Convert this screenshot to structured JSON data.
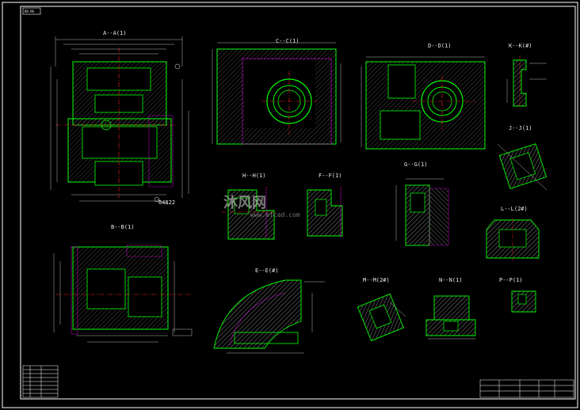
{
  "sheet": {
    "corner_tag": "RB-MA",
    "stamp_code": "64822",
    "watermark_brand": "沐风网",
    "watermark_url": "www.mfcad.com"
  },
  "views": [
    {
      "id": "A",
      "label": "A--A(1)"
    },
    {
      "id": "B",
      "label": "B--B(1)"
    },
    {
      "id": "C",
      "label": "C--C(1)"
    },
    {
      "id": "D",
      "label": "D--D(1)"
    },
    {
      "id": "K",
      "label": "K--K(#)"
    },
    {
      "id": "J",
      "label": "J--J(1)"
    },
    {
      "id": "H",
      "label": "H--H(1)"
    },
    {
      "id": "F",
      "label": "F--F(1)"
    },
    {
      "id": "G",
      "label": "G--G(1)"
    },
    {
      "id": "L",
      "label": "L--L(2#)"
    },
    {
      "id": "E",
      "label": "E--E(#)"
    },
    {
      "id": "M",
      "label": "M--M(2#)"
    },
    {
      "id": "N",
      "label": "N--N(1)"
    },
    {
      "id": "P",
      "label": "P--P(1)"
    }
  ],
  "colors": {
    "frame": "#ffffff",
    "outline": "#00ff00",
    "hidden": "#ff00ff",
    "center": "#ff2020",
    "hatch": "#bdbdbd",
    "dim": "#e8e8e8",
    "title": "#00ffff",
    "accent": "#ffff00"
  }
}
